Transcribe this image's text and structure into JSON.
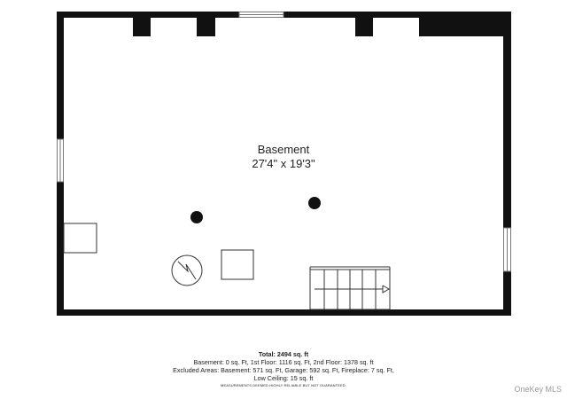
{
  "room": {
    "name": "Basement",
    "dimensions": "27'4\" x 19'3\""
  },
  "summary": {
    "total": "Total: 2494 sq. ft",
    "line1": "Basement: 0 sq. Ft, 1st Floor: 1116 sq. Ft, 2nd Floor: 1378 sq. ft",
    "line2": "Excluded Areas: Basement: 571 sq. Ft, Garage: 592 sq. Ft, Fireplace: 7 sq. Ft,",
    "line3": "Low Ceiling: 15 sq. ft",
    "disclaimer": "MEASUREMENTS DEEMED HIGHLY RELIABLE BUT NOT GUARANTEED."
  },
  "watermark": "OneKey MLS",
  "colors": {
    "wall": "#111111",
    "background": "#ffffff",
    "watermark": "#9a9a9a"
  }
}
